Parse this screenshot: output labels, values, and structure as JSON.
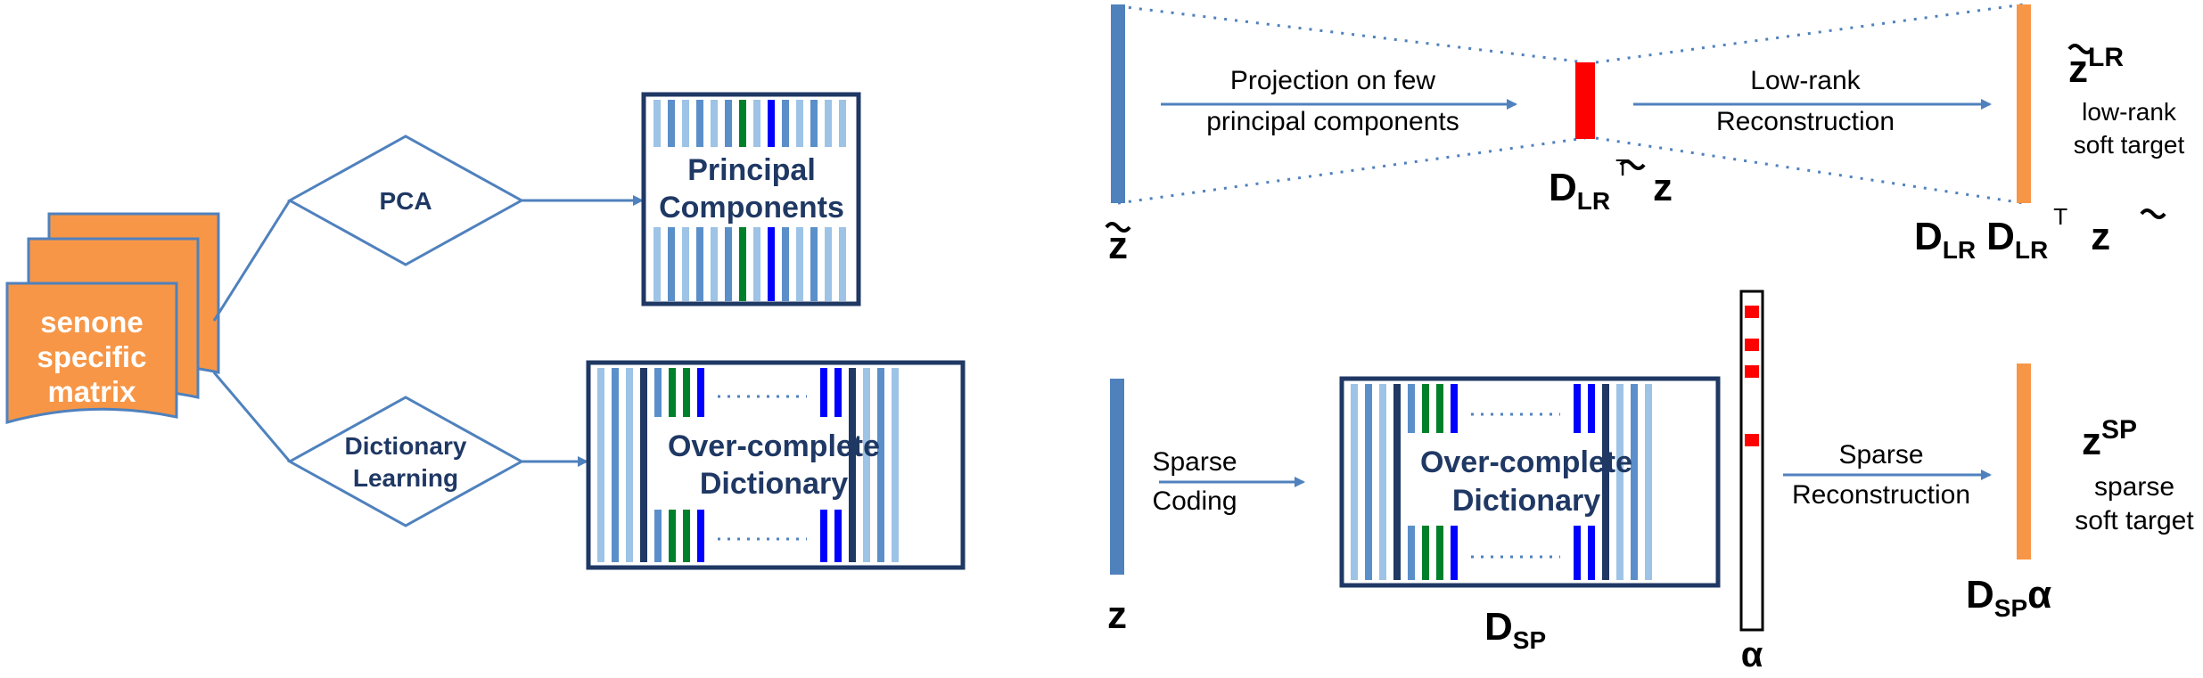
{
  "left": {
    "senone_lines": [
      "senone",
      "specific",
      "matrix"
    ],
    "pca_label": "PCA",
    "dict_label_lines": [
      "Dictionary",
      "Learning"
    ],
    "principal_lines": [
      "Principal",
      "Components"
    ],
    "overcomplete_lines": [
      "Over-complete",
      "Dictionary"
    ]
  },
  "top": {
    "projection_lines": [
      "Projection on few",
      "principal components"
    ],
    "lowrank_arrow_lines": [
      "Low-rank",
      "Reconstruction"
    ],
    "z_tilde": "z",
    "dlr": "D",
    "dlr_sub": "LR",
    "sup_t": "T",
    "zlr": "z",
    "zlr_sup": "LR",
    "lowrank_target_lines": [
      "low-rank",
      "soft target"
    ]
  },
  "bottom": {
    "z": "z",
    "sparse_coding_lines": [
      "Sparse",
      "Coding"
    ],
    "overcomplete_lines": [
      "Over-complete",
      "Dictionary"
    ],
    "dsp": "D",
    "dsp_sub": "SP",
    "alpha": "α",
    "sparse_recon_lines": [
      "Sparse",
      "Reconstruction"
    ],
    "zsp": "z",
    "zsp_sup": "SP",
    "sparse_target_lines": [
      "sparse",
      "soft target"
    ]
  },
  "colors": {
    "accent_blue": "#4f81bd",
    "dark_navy": "#1f3864",
    "senone_orange": "#f79646",
    "lowrank_red": "#ff0000",
    "bright_blue": "#0000ff",
    "green": "#00802b",
    "light_blue": "#9dc3e6",
    "mid_blue": "#5b8fc9"
  }
}
